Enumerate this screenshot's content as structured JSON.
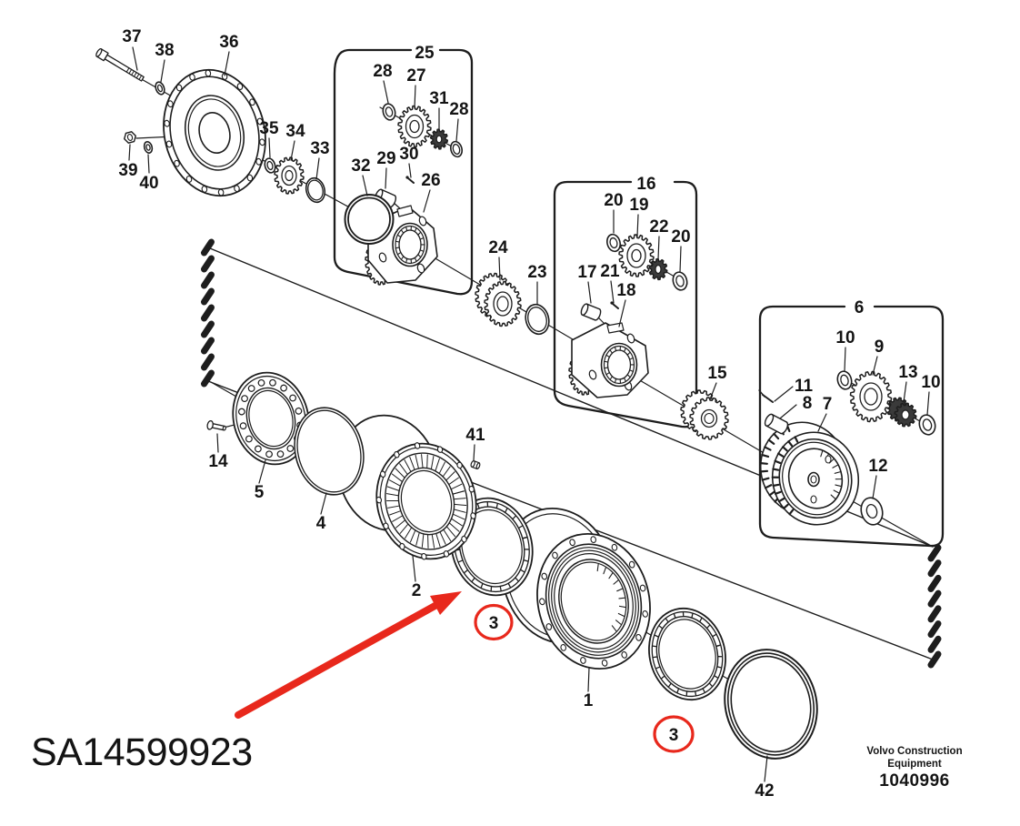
{
  "page": {
    "background": "#ffffff",
    "line_color": "#1d1d1d"
  },
  "part_labels": [
    "37",
    "38",
    "36",
    "39",
    "40",
    "35",
    "34",
    "33",
    "32",
    "29",
    "30",
    "26",
    "28",
    "27",
    "31",
    "28",
    "24",
    "23",
    "20",
    "19",
    "22",
    "20",
    "17",
    "21",
    "18",
    "15",
    "10",
    "9",
    "13",
    "10",
    "11",
    "8",
    "7",
    "12",
    "14",
    "5",
    "4",
    "2",
    "41",
    "1",
    "42"
  ],
  "group_labels": [
    "25",
    "16",
    "6"
  ],
  "annotation": {
    "part_code": "SA14599923",
    "circled_labels": [
      "3",
      "3"
    ],
    "color": "#e8281c",
    "text_color": "#fb2415"
  },
  "footer": {
    "brand_line1": "Volvo Construction",
    "brand_line2": "Equipment",
    "figure_number": "1040996"
  }
}
